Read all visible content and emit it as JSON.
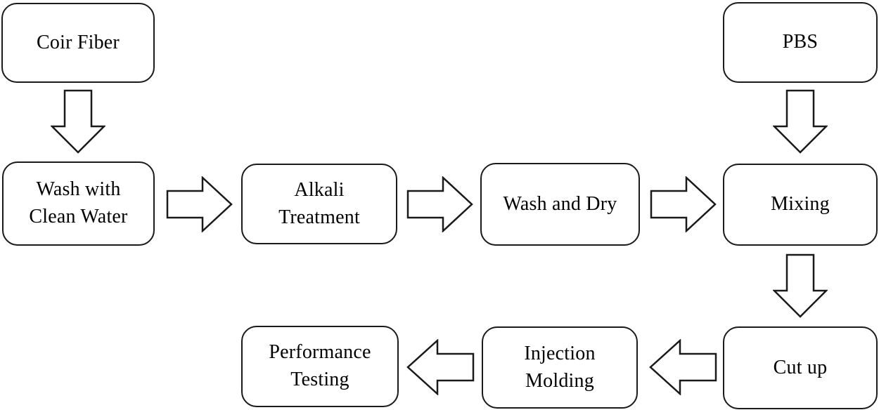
{
  "diagram": {
    "type": "flowchart",
    "background": "#ffffff",
    "colors": {
      "node_border": "#1a1a1a",
      "node_fill": "#ffffff",
      "text": "#000000",
      "arrow_border": "#1a1a1a",
      "arrow_fill": "#ffffff"
    },
    "nodes": {
      "coir_fiber": {
        "label": "Coir Fiber"
      },
      "pbs": {
        "label": "PBS"
      },
      "wash_clean_water": {
        "label": "Wash with\nClean Water"
      },
      "alkali_treatment": {
        "label": "Alkali\nTreatment"
      },
      "wash_and_dry": {
        "label": "Wash and Dry"
      },
      "mixing": {
        "label": "Mixing"
      },
      "cut_up": {
        "label": "Cut up"
      },
      "injection_molding": {
        "label": "Injection\nMolding"
      },
      "performance_testing": {
        "label": "Performance\nTesting"
      }
    },
    "edges": [
      {
        "from": "Coir Fiber",
        "to": "Wash with Clean Water",
        "direction": "down"
      },
      {
        "from": "Wash with Clean Water",
        "to": "Alkali Treatment",
        "direction": "right"
      },
      {
        "from": "Alkali Treatment",
        "to": "Wash and Dry",
        "direction": "right"
      },
      {
        "from": "Wash and Dry",
        "to": "Mixing",
        "direction": "right"
      },
      {
        "from": "PBS",
        "to": "Mixing",
        "direction": "down"
      },
      {
        "from": "Mixing",
        "to": "Cut up",
        "direction": "down"
      },
      {
        "from": "Cut up",
        "to": "Injection Molding",
        "direction": "left"
      },
      {
        "from": "Injection Molding",
        "to": "Performance Testing",
        "direction": "left"
      }
    ]
  }
}
